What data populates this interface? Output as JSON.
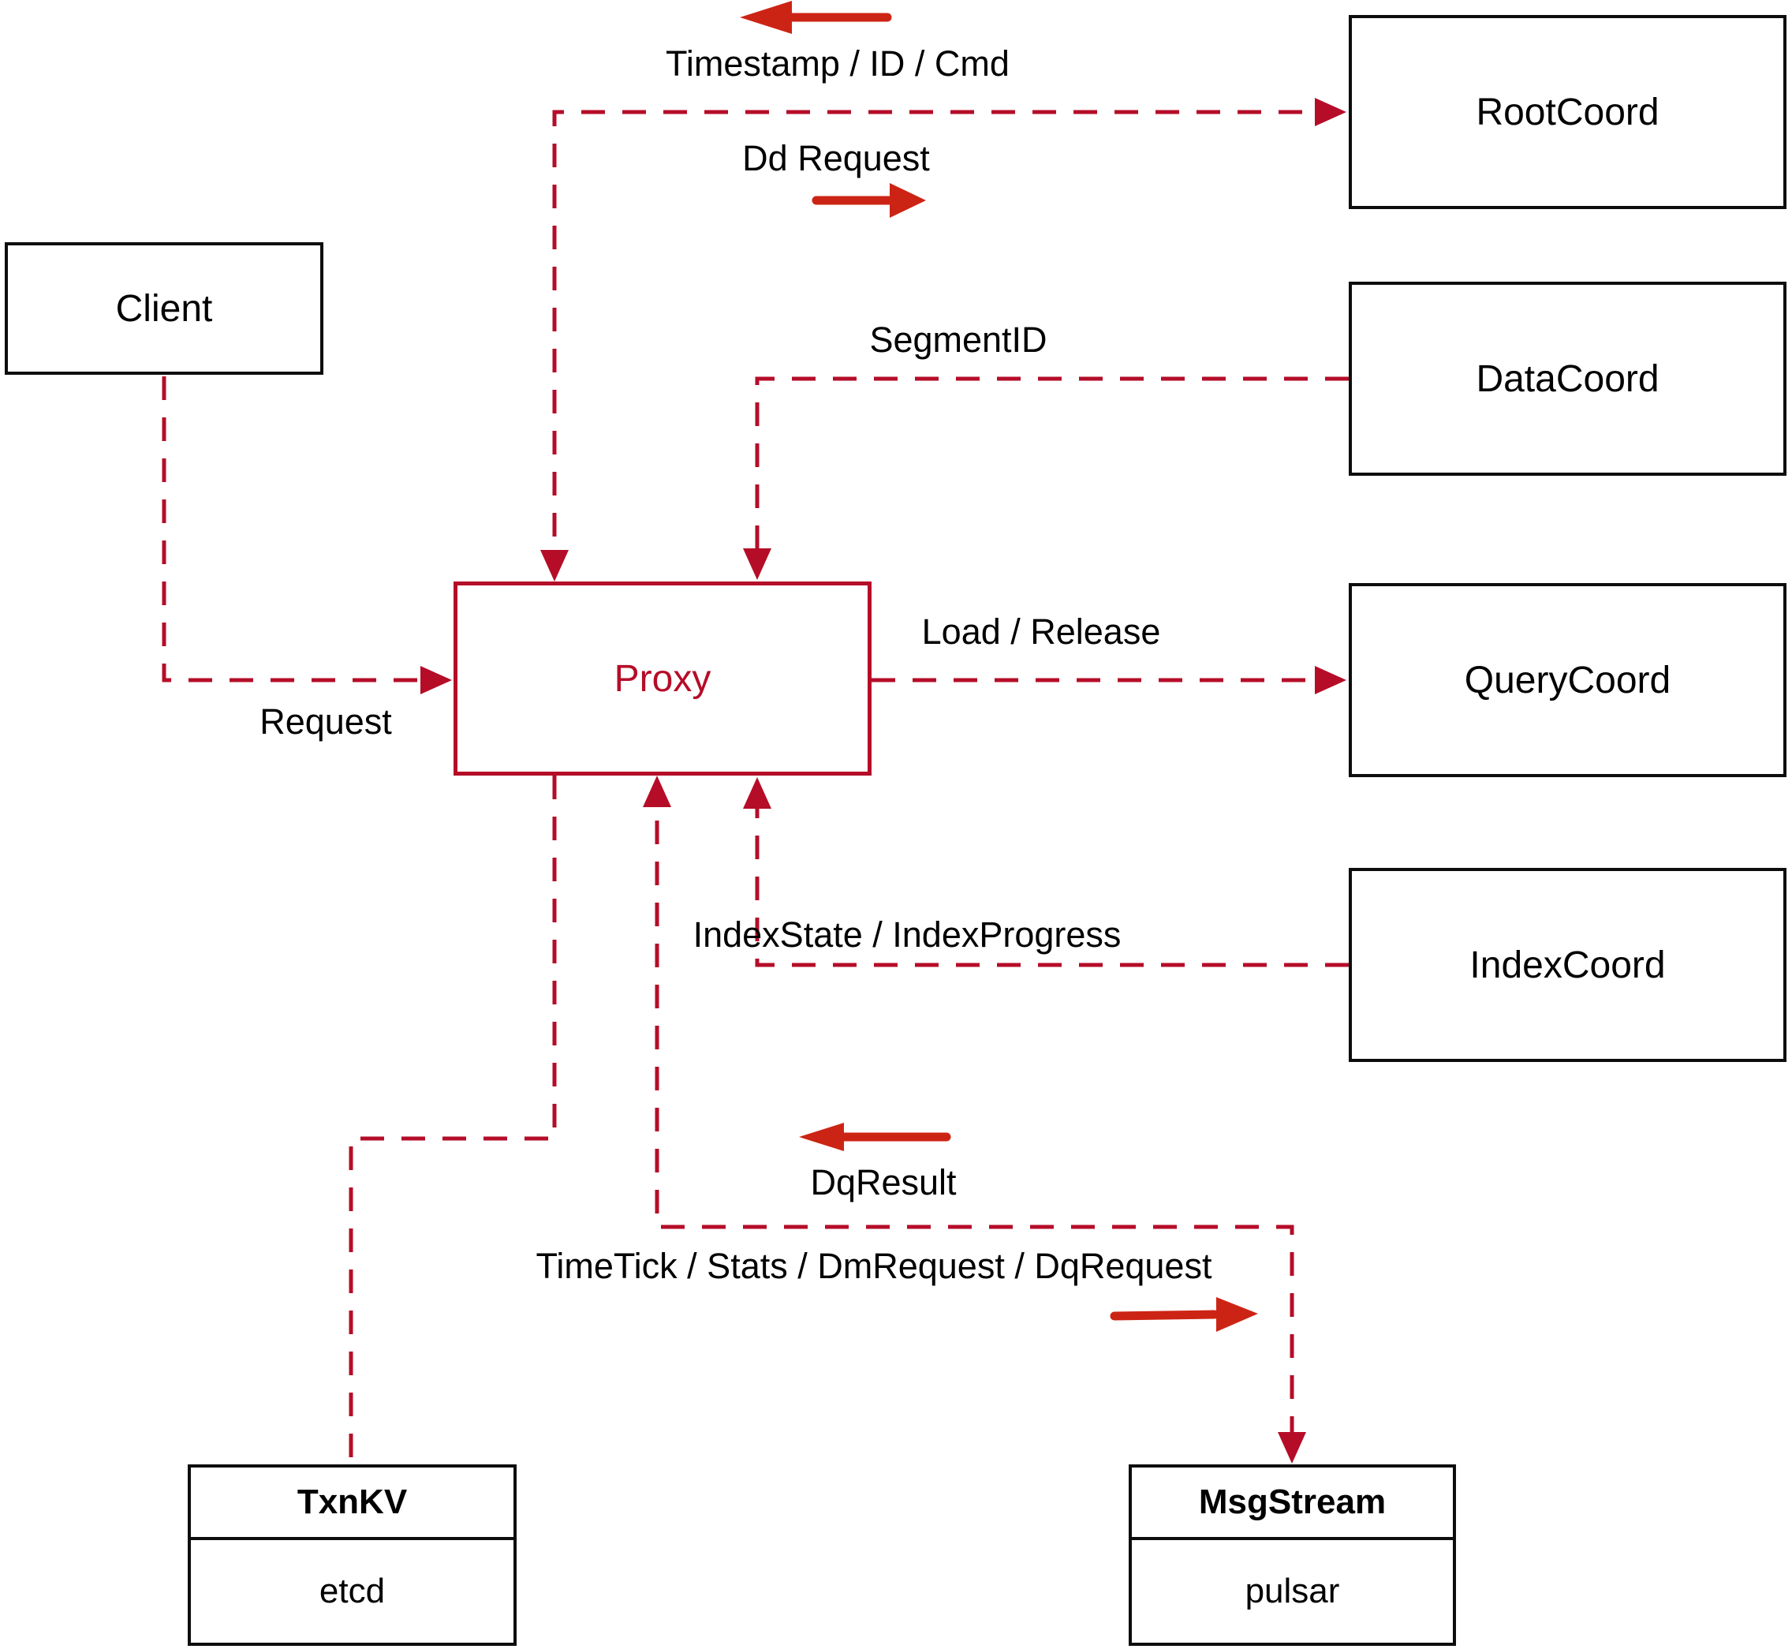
{
  "diagram": {
    "colors": {
      "connector": "#b50d28",
      "annotation": "#cc2414",
      "box_border": "#0d0d0d",
      "box_fill": "#ffffff",
      "text": "#000000",
      "proxy_accent": "#b50d28"
    },
    "nodes": {
      "client": {
        "label": "Client"
      },
      "proxy": {
        "label": "Proxy"
      },
      "rootcoord": {
        "label": "RootCoord"
      },
      "datacoord": {
        "label": "DataCoord"
      },
      "querycoord": {
        "label": "QueryCoord"
      },
      "indexcoord": {
        "label": "IndexCoord"
      },
      "txnkv": {
        "title": "TxnKV",
        "subtitle": "etcd"
      },
      "msgstream": {
        "title": "MsgStream",
        "subtitle": "pulsar"
      }
    },
    "edge_labels": {
      "timestamp": "Timestamp / ID / Cmd",
      "dd_request": "Dd Request",
      "segment_id": "SegmentID",
      "load_release": "Load / Release",
      "request": "Request",
      "index_state": "IndexState / IndexProgress",
      "dq_result": "DqResult",
      "timetick": "TimeTick / Stats / DmRequest / DqRequest"
    }
  }
}
